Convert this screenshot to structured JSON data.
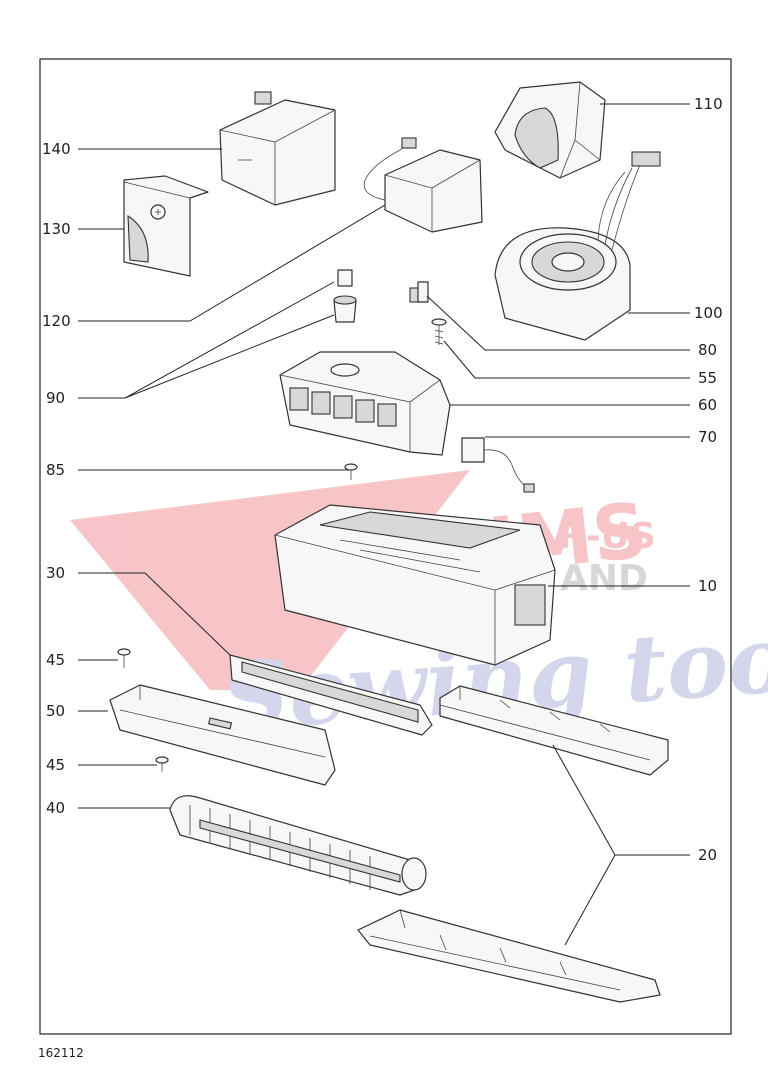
{
  "diagram": {
    "callouts": [
      {
        "id": "c140",
        "label": "140"
      },
      {
        "id": "c130",
        "label": "130"
      },
      {
        "id": "c120",
        "label": "120"
      },
      {
        "id": "c90",
        "label": "90"
      },
      {
        "id": "c85",
        "label": "85"
      },
      {
        "id": "c30",
        "label": "30"
      },
      {
        "id": "c45a",
        "label": "45"
      },
      {
        "id": "c50",
        "label": "50"
      },
      {
        "id": "c45b",
        "label": "45"
      },
      {
        "id": "c40",
        "label": "40"
      },
      {
        "id": "c110",
        "label": "110"
      },
      {
        "id": "c100",
        "label": "100"
      },
      {
        "id": "c80",
        "label": "80"
      },
      {
        "id": "c55",
        "label": "55"
      },
      {
        "id": "c60",
        "label": "60"
      },
      {
        "id": "c70",
        "label": "70"
      },
      {
        "id": "c10",
        "label": "10"
      },
      {
        "id": "c20",
        "label": "20"
      }
    ]
  },
  "watermark": {
    "line1": "VACUUMS",
    "line2": "R-US",
    "line3": "AND",
    "line4": "Sewing too",
    "colors": {
      "red": "#e8505b",
      "blue": "#8088c8"
    }
  },
  "reference_number": "162112"
}
